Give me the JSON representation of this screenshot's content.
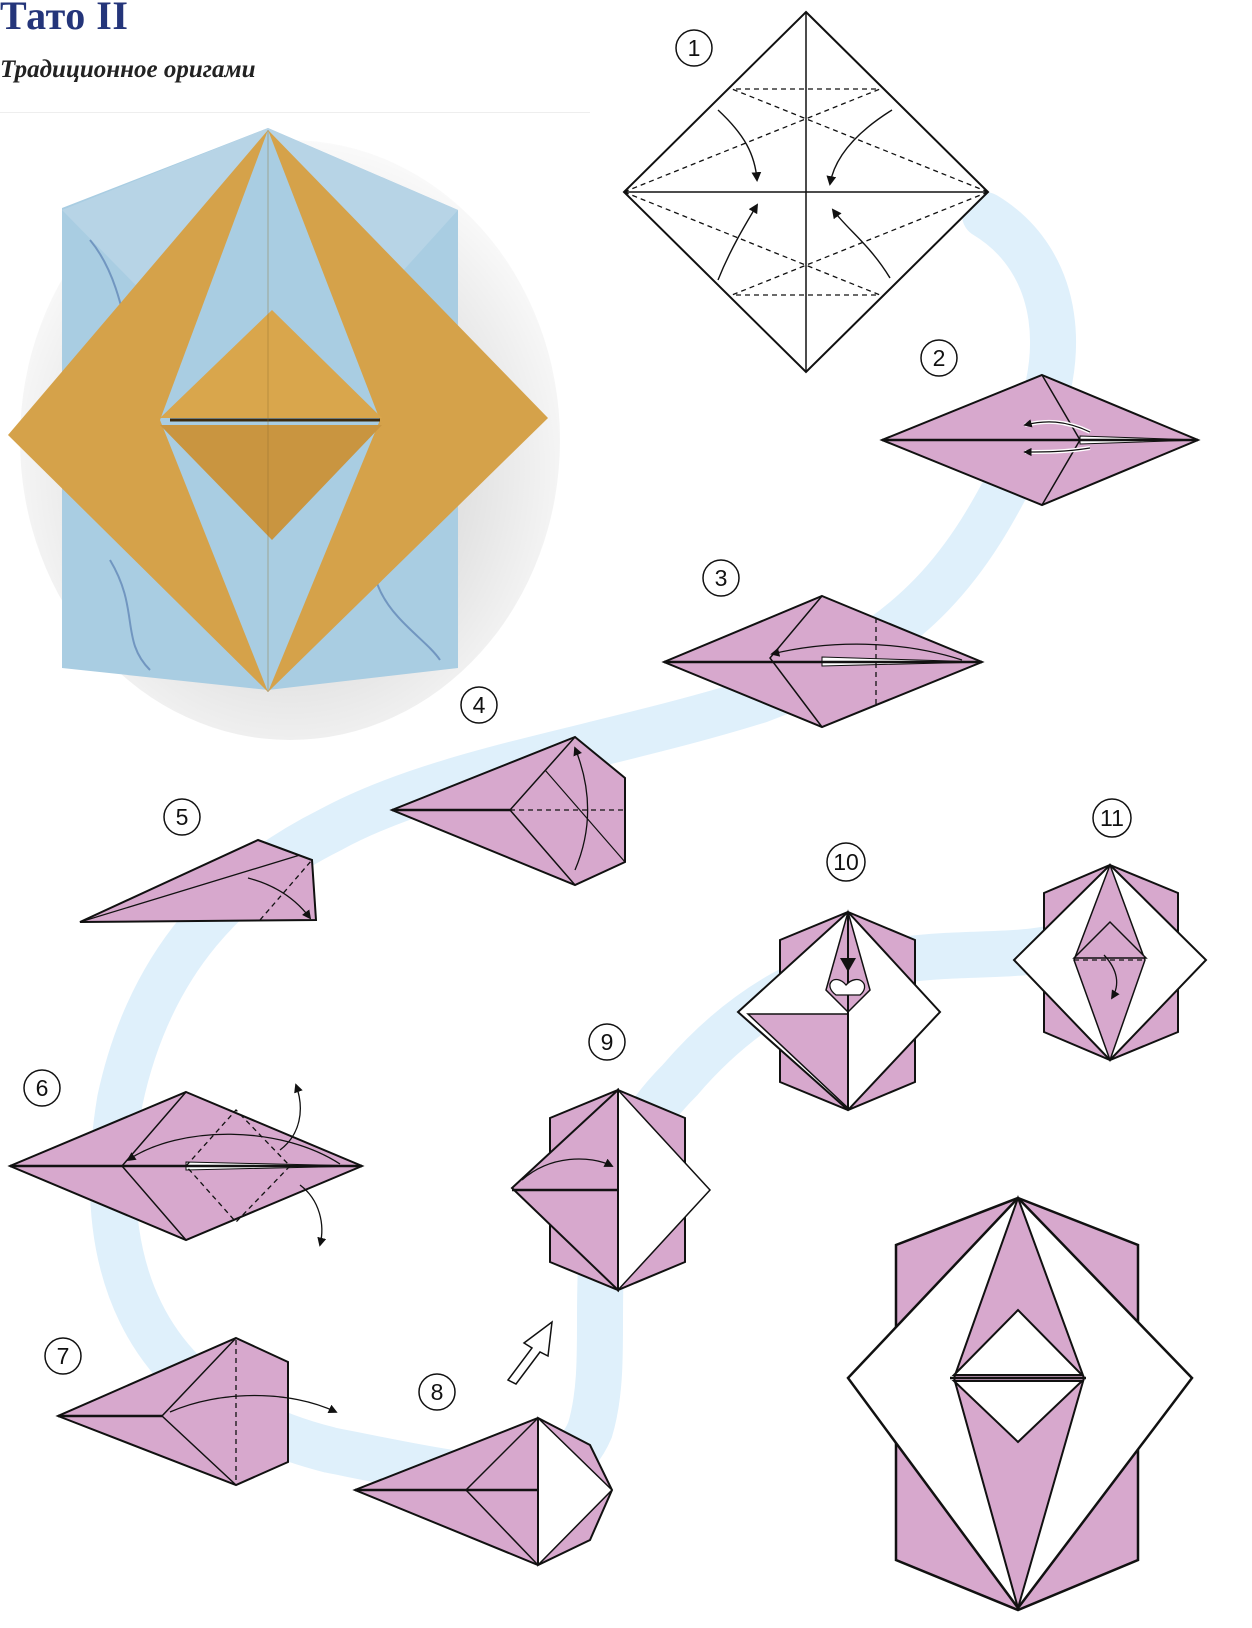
{
  "title": "Тато II",
  "subtitle": "Традиционное оригами",
  "steps": [
    "1",
    "2",
    "3",
    "4",
    "5",
    "6",
    "7",
    "8",
    "9",
    "10",
    "11"
  ],
  "colors": {
    "paper_front": "#d7a8cd",
    "paper_back": "#ffffff",
    "path_ribbon": "#dff0fb",
    "photo_gold": "#d5a24a",
    "photo_blue": "#a9cde2",
    "line": "#111111"
  }
}
